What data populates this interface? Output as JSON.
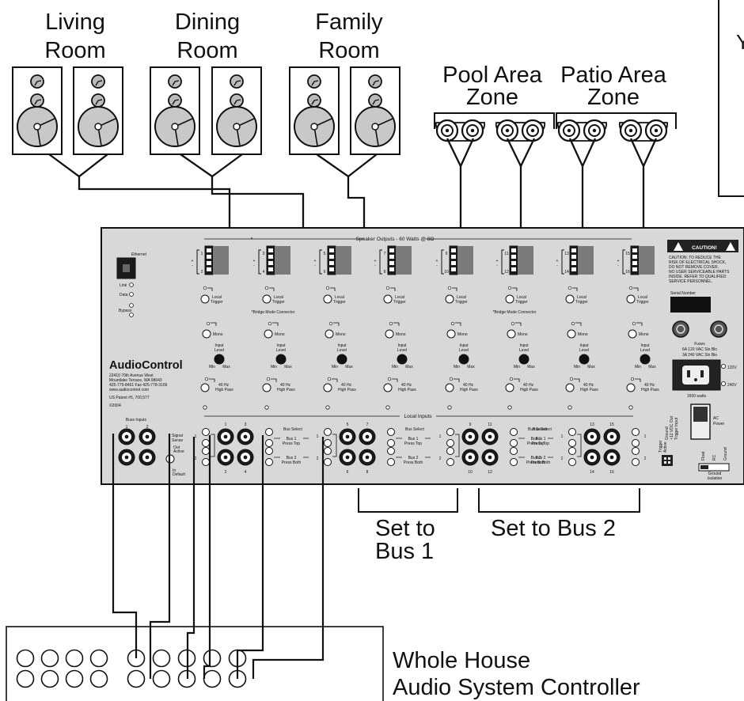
{
  "rooms": {
    "living": [
      "Living",
      "Room"
    ],
    "dining": [
      "Dining",
      "Room"
    ],
    "family": [
      "Family",
      "Room"
    ],
    "pool": [
      "Pool Area",
      "Zone"
    ],
    "patio": [
      "Patio Area",
      "Zone"
    ]
  },
  "amp": {
    "ethernet": "Ethernet",
    "link": "Link",
    "data": "Data",
    "bypass": "Bypass",
    "speaker_outputs": "Speaker Outputs - 60 Watts @ 8Ω",
    "bridge_note": "*Bridge Mode Connector",
    "local": "Local",
    "trigger": "Trigger",
    "mono": "Mono",
    "input": "Input",
    "level": "Level",
    "min": "Min",
    "max": "Max",
    "hp1": "40 Hz",
    "hp2": "High Pass",
    "brand": "AudioControl",
    "address": [
      "22410 70th Avenue West",
      "Mountlake Terrace, WA 98043",
      "425-775-8461   Fax 425-778-3166",
      "www.audiocontrol.com"
    ],
    "patent": "US Patent #5, 700,577",
    "copyright": "©2004",
    "caution_title": "CAUTION!",
    "caution_text": [
      "CAUTION: TO REDUCE THE",
      "RISK OF ELECTRICAL SHOCK,",
      "DO NOT REMOVE COVER.",
      "NO USER SERVICEABLE PARTS",
      "INSIDE. REFER TO QUALIFIED",
      "SERVICE PERSONNEL."
    ],
    "serial": "Serial Number",
    "fuses": [
      "Fuses",
      "6A 120 VAC Slo Blo",
      "3A 240 VAC Slo Blo"
    ],
    "v120": "120V",
    "v240": "240V",
    "watts": "1600 watts",
    "ac_power": [
      "AC",
      "Power"
    ],
    "local_inputs": "Local Inputs",
    "bus_inputs": "Buss Inputs",
    "signal_sense": [
      "Signal",
      "Sense"
    ],
    "out": [
      "Out",
      "Active"
    ],
    "in": [
      "In",
      "Default"
    ],
    "bus_select": "Bus Select",
    "bus1": [
      "Bus 1",
      "Press Top"
    ],
    "bus2": [
      "Bus 2",
      "Press Both"
    ],
    "trigger_input": [
      "Ground",
      "+12 VDC Out",
      "Trigger Input"
    ],
    "trigger_active": [
      "Trigger",
      "Active"
    ],
    "ground_iso": [
      "Float",
      "RC",
      "Ground"
    ],
    "ground_isolation": [
      "Ground",
      "Isolation"
    ]
  },
  "labels": {
    "set_bus1": [
      "Set to",
      "Bus 1"
    ],
    "set_bus2": "Set to Bus 2",
    "controller": [
      "Whole House",
      "Audio System Controller"
    ]
  }
}
